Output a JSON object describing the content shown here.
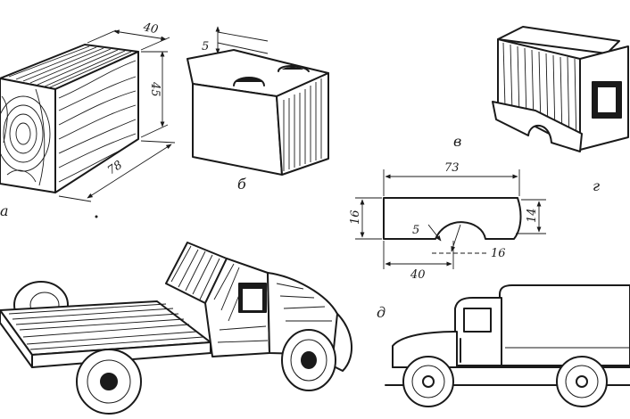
{
  "figure_labels": {
    "a": "а",
    "b": "б",
    "v": "в",
    "g": "г",
    "d": "д"
  },
  "block_dims": {
    "depth": "40",
    "height": "45",
    "length": "78"
  },
  "cab_dims": {
    "top_notch": "5"
  },
  "side_drawing_dims": {
    "overall_length": "73",
    "left_height": "16",
    "right_height": "14",
    "arch_radius": "5",
    "arch_width": "16",
    "arch_offset": "40"
  }
}
